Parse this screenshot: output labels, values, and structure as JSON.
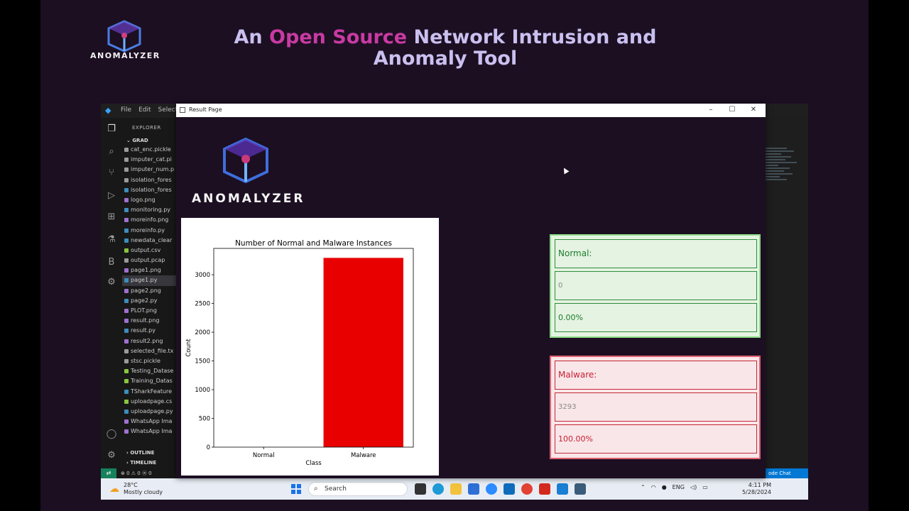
{
  "slide": {
    "logo_text": "ANOMALYZER",
    "title_part1": "An ",
    "title_accent": "Open Source",
    "title_part2": " Network  Intrusion and",
    "title_line2": "Anomaly Tool"
  },
  "vscode": {
    "menu": [
      "File",
      "Edit",
      "Selection"
    ],
    "explorer_title": "EXPLORER",
    "folder": "GRAD",
    "files": [
      {
        "name": "cat_enc.pickle",
        "color": "#9a9a9a"
      },
      {
        "name": "imputer_cat.pi",
        "color": "#9a9a9a"
      },
      {
        "name": "imputer_num.p",
        "color": "#9a9a9a"
      },
      {
        "name": "isolation_fores",
        "color": "#9a9a9a"
      },
      {
        "name": "isolation_fores",
        "color": "#3c8dbc"
      },
      {
        "name": "logo.png",
        "color": "#a070d0"
      },
      {
        "name": "monitoring.py",
        "color": "#3c8dbc"
      },
      {
        "name": "moreinfo.png",
        "color": "#a070d0"
      },
      {
        "name": "moreinfo.py",
        "color": "#3c8dbc"
      },
      {
        "name": "newdata_clear",
        "color": "#3c8dbc"
      },
      {
        "name": "output.csv",
        "color": "#89c540"
      },
      {
        "name": "output.pcap",
        "color": "#9a9a9a"
      },
      {
        "name": "page1.png",
        "color": "#a070d0"
      },
      {
        "name": "page1.py",
        "color": "#3c8dbc"
      },
      {
        "name": "page2.png",
        "color": "#a070d0"
      },
      {
        "name": "page2.py",
        "color": "#3c8dbc"
      },
      {
        "name": "PLOT.png",
        "color": "#a070d0"
      },
      {
        "name": "result.png",
        "color": "#a070d0"
      },
      {
        "name": "result.py",
        "color": "#3c8dbc"
      },
      {
        "name": "result2.png",
        "color": "#a070d0"
      },
      {
        "name": "selected_file.tx",
        "color": "#9a9a9a"
      },
      {
        "name": "stsc.pickle",
        "color": "#9a9a9a"
      },
      {
        "name": "Testing_Datase",
        "color": "#89c540"
      },
      {
        "name": "Training_Datas",
        "color": "#89c540"
      },
      {
        "name": "TSharkFeature",
        "color": "#3c8dbc"
      },
      {
        "name": "uploadpage.cs",
        "color": "#89c540"
      },
      {
        "name": "uploadpage.py",
        "color": "#3c8dbc"
      },
      {
        "name": "WhatsApp Ima",
        "color": "#a070d0"
      },
      {
        "name": "WhatsApp Ima",
        "color": "#a070d0"
      }
    ],
    "selected_index": 13,
    "outline": "OUTLINE",
    "timeline": "TIMELINE",
    "status_left": "⊗ 0 ⚠ 0   ⓦ 0",
    "status_right": "ode Chat"
  },
  "taskbar": {
    "temp": "28°C",
    "weather": "Mostly cloudy",
    "search_placeholder": "Search",
    "lang": "ENG",
    "time": "4:11 PM",
    "date": "5/28/2024"
  },
  "result_window": {
    "title": "Result Page",
    "logo_text": "ANOMALYZER",
    "normal": {
      "label": "Normal:",
      "count": "0",
      "percent": "0.00%"
    },
    "malware": {
      "label": "Malware:",
      "count": "3293",
      "percent": "100.00%"
    }
  },
  "chart_data": {
    "type": "bar",
    "title": "Number of Normal and Malware Instances",
    "xlabel": "Class",
    "ylabel": "Count",
    "categories": [
      "Normal",
      "Malware"
    ],
    "values": [
      0,
      3293
    ],
    "colors": [
      "#00a000",
      "#e80000"
    ],
    "ylim": [
      0,
      3458
    ],
    "yticks": [
      0,
      500,
      1000,
      1500,
      2000,
      2500,
      3000
    ],
    "grid": false
  }
}
